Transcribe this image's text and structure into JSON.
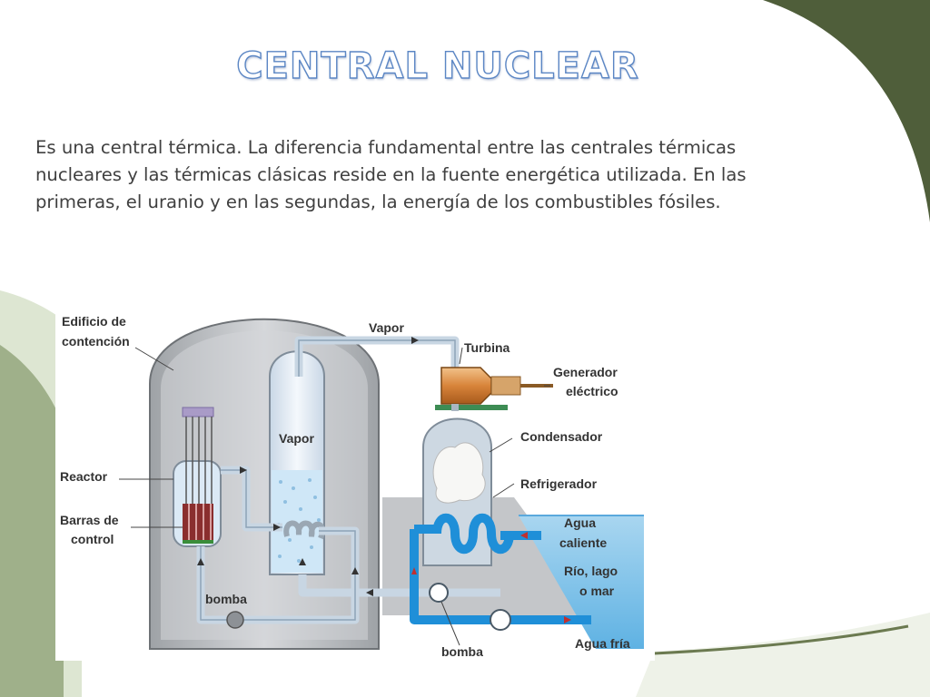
{
  "slide": {
    "title": "CENTRAL NUCLEAR",
    "body": "Es una central térmica. La diferencia fundamental entre las centrales térmicas nucleares y las térmicas clásicas reside en la fuente energética utilizada. En las primeras, el uranio y en las segundas, la energía de los combustibles fósiles."
  },
  "diagram": {
    "labels": {
      "containment_line1": "Edificio de",
      "containment_line2": "contención",
      "vapor_top": "Vapor",
      "turbine": "Turbina",
      "generator_line1": "Generador",
      "generator_line2": "eléctrico",
      "vapor_tank": "Vapor",
      "condenser": "Condensador",
      "reactor": "Reactor",
      "cooler": "Refrigerador",
      "rods_line1": "Barras de",
      "rods_line2": "control",
      "hot_water_line1": "Agua",
      "hot_water_line2": "caliente",
      "source_line1": "Río, lago",
      "source_line2": "o mar",
      "pump_left": "bomba",
      "pump_bottom": "bomba",
      "cold_water": "Agua fría"
    }
  },
  "colors": {
    "title_outline": "#5b86c4",
    "body_text": "#404040",
    "decor_dark_green": "#4f5e3a",
    "decor_light_green": "#d9e3cc",
    "water_blue": "#1f8fd8",
    "building_gray": "#b9bcc0"
  }
}
